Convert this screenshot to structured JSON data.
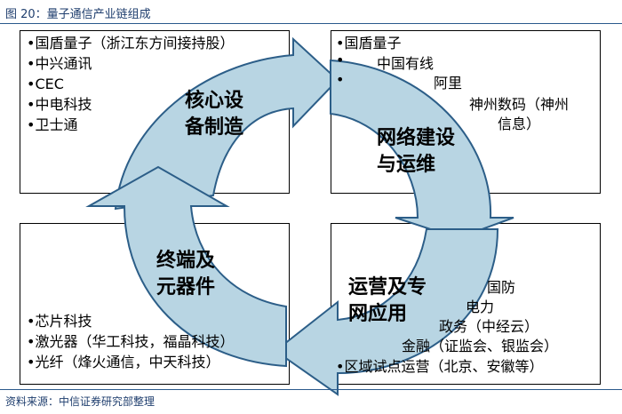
{
  "header": {
    "title": "图 20：量子通信产业链组成"
  },
  "footer": {
    "source": "资料来源：中信证券研究部整理"
  },
  "boxes": {
    "top_left": {
      "items": [
        "•国盾量子（浙江东方间接持股）",
        "•中兴通讯",
        "•CEC",
        "•中电科技",
        "•卫士通"
      ]
    },
    "top_right": {
      "items": [
        "•国盾量子",
        "中国有线",
        "阿里",
        "神州数码（神州",
        "信息）"
      ],
      "bullets": [
        "•",
        "•"
      ]
    },
    "bottom_left": {
      "items": [
        "•芯片科技",
        "•激光器（华工科技，福晶科技）",
        "•光纤（烽火通信，中天科技）"
      ]
    },
    "bottom_right": {
      "items": [
        "国防",
        "电力",
        "政务（中经云）",
        "金融（证监会、银监会）",
        "•区域试点运营（北京、安徽等）"
      ]
    }
  },
  "arrows": {
    "core": [
      "核心设",
      "备制造"
    ],
    "network": [
      "网络建设",
      "与运维"
    ],
    "terminal": [
      "终端及",
      "元器件"
    ],
    "operation": [
      "运营及专",
      "网应用"
    ]
  },
  "colors": {
    "arrow_fill": "#b8d5e3",
    "arrow_stroke": "#2c5e88",
    "title": "#1f3e6e"
  }
}
